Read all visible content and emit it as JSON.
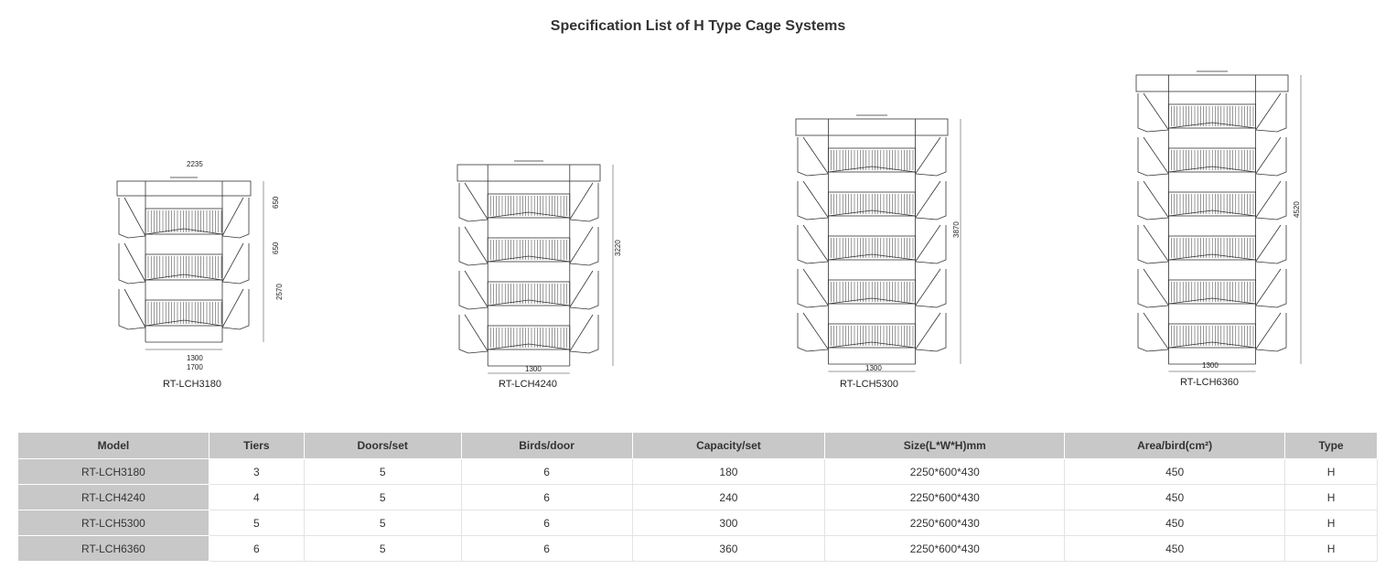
{
  "title": "Specification List of H Type Cage Systems",
  "figures": [
    {
      "model": "RT-LCH3180",
      "tiers": 3,
      "width_label": "2235",
      "height_label": "2570",
      "tier_label": "650",
      "base1_label": "1300",
      "base2_label": "1700"
    },
    {
      "model": "RT-LCH4240",
      "tiers": 4,
      "height_label": "3220",
      "base1_label": "1300"
    },
    {
      "model": "RT-LCH5300",
      "tiers": 5,
      "height_label": "3870",
      "base1_label": "1300"
    },
    {
      "model": "RT-LCH6360",
      "tiers": 6,
      "height_label": "4520",
      "base1_label": "1300"
    }
  ],
  "table": {
    "headers": [
      "Model",
      "Tiers",
      "Doors/set",
      "Birds/door",
      "Capacity/set",
      "Size(L*W*H)mm",
      "Area/bird(cm²)",
      "Type"
    ],
    "rows": [
      [
        "RT-LCH3180",
        "3",
        "5",
        "6",
        "180",
        "2250*600*430",
        "450",
        "H"
      ],
      [
        "RT-LCH4240",
        "4",
        "5",
        "6",
        "240",
        "2250*600*430",
        "450",
        "H"
      ],
      [
        "RT-LCH5300",
        "5",
        "5",
        "6",
        "300",
        "2250*600*430",
        "450",
        "H"
      ],
      [
        "RT-LCH6360",
        "6",
        "5",
        "6",
        "360",
        "2250*600*430",
        "450",
        "H"
      ]
    ]
  }
}
